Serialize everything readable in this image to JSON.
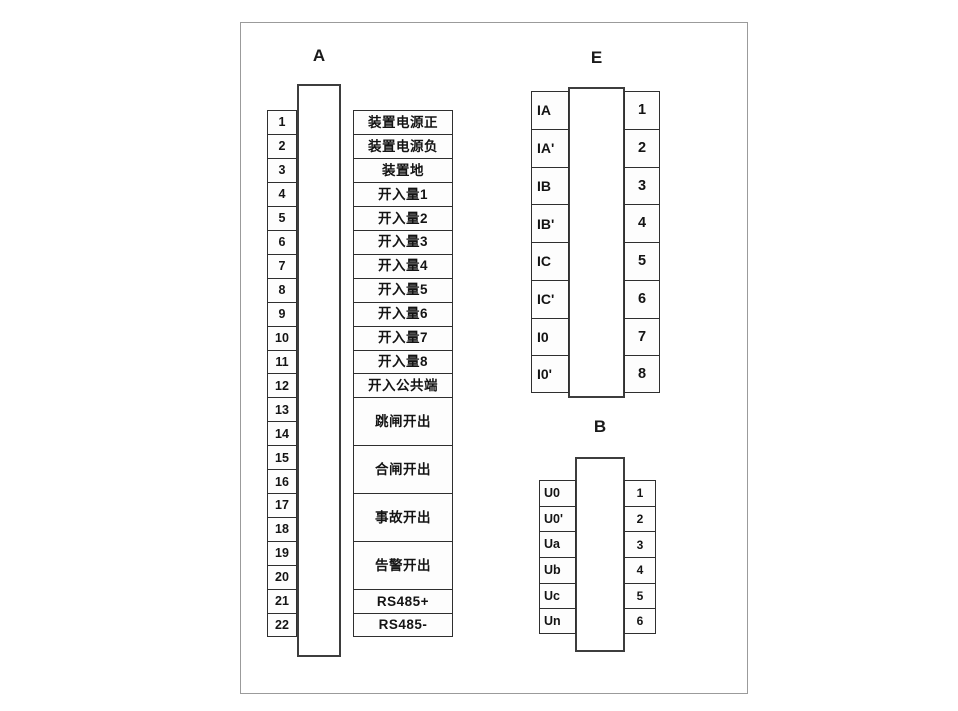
{
  "palette": {
    "ink": "#141414",
    "box_border": "#2f2f2f",
    "frame_border": "#9b9b9b",
    "background": "#ffffff"
  },
  "blocks": {
    "a": {
      "title": "A",
      "pins": [
        "1",
        "2",
        "3",
        "4",
        "5",
        "6",
        "7",
        "8",
        "9",
        "10",
        "11",
        "12",
        "13",
        "14",
        "15",
        "16",
        "17",
        "18",
        "19",
        "20",
        "21",
        "22"
      ],
      "labels": [
        {
          "text": "装置电源正",
          "span": 1
        },
        {
          "text": "装置电源负",
          "span": 1
        },
        {
          "text": "装置地",
          "span": 1
        },
        {
          "text": "开入量1",
          "span": 1
        },
        {
          "text": "开入量2",
          "span": 1
        },
        {
          "text": "开入量3",
          "span": 1
        },
        {
          "text": "开入量4",
          "span": 1
        },
        {
          "text": "开入量5",
          "span": 1
        },
        {
          "text": "开入量6",
          "span": 1
        },
        {
          "text": "开入量7",
          "span": 1
        },
        {
          "text": "开入量8",
          "span": 1
        },
        {
          "text": "开入公共端",
          "span": 1
        },
        {
          "text": "跳闸开出",
          "span": 2
        },
        {
          "text": "合闸开出",
          "span": 2
        },
        {
          "text": "事故开出",
          "span": 2
        },
        {
          "text": "告警开出",
          "span": 2
        },
        {
          "text": "RS485+",
          "span": 1
        },
        {
          "text": "RS485-",
          "span": 1
        }
      ]
    },
    "e": {
      "title": "E",
      "rows": [
        {
          "label": "IA",
          "pin": "1"
        },
        {
          "label": "IA'",
          "pin": "2"
        },
        {
          "label": "IB",
          "pin": "3"
        },
        {
          "label": "IB'",
          "pin": "4"
        },
        {
          "label": "IC",
          "pin": "5"
        },
        {
          "label": "IC'",
          "pin": "6"
        },
        {
          "label": "I0",
          "pin": "7"
        },
        {
          "label": "I0'",
          "pin": "8"
        }
      ]
    },
    "b": {
      "title": "B",
      "rows": [
        {
          "label": "U0",
          "pin": "1"
        },
        {
          "label": "U0'",
          "pin": "2"
        },
        {
          "label": "Ua",
          "pin": "3"
        },
        {
          "label": "Ub",
          "pin": "4"
        },
        {
          "label": "Uc",
          "pin": "5"
        },
        {
          "label": "Un",
          "pin": "6"
        }
      ]
    }
  }
}
